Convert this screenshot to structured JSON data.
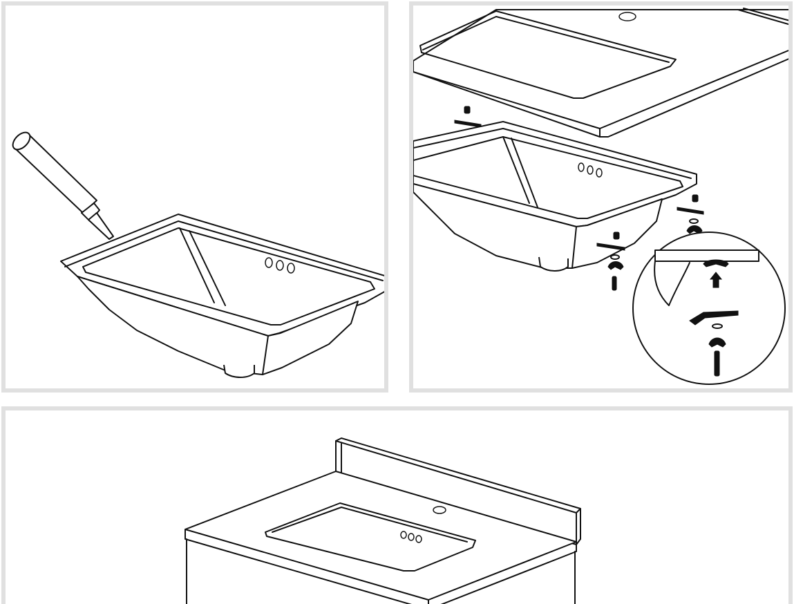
{
  "figure": {
    "panels": [
      {
        "id": "apply-sealant",
        "depicts": [
          "caulk-tube",
          "undermount-sink"
        ]
      },
      {
        "id": "mount-sink",
        "depicts": [
          "countertop",
          "undermount-sink",
          "mounting-clips",
          "detail-callout"
        ]
      },
      {
        "id": "finished-vanity",
        "depicts": [
          "vanity-countertop",
          "backsplash",
          "faucet-hole",
          "cabinet"
        ]
      }
    ],
    "colors": {
      "frame": "#e0e0e0",
      "line": "#111111",
      "background": "#ffffff"
    }
  }
}
